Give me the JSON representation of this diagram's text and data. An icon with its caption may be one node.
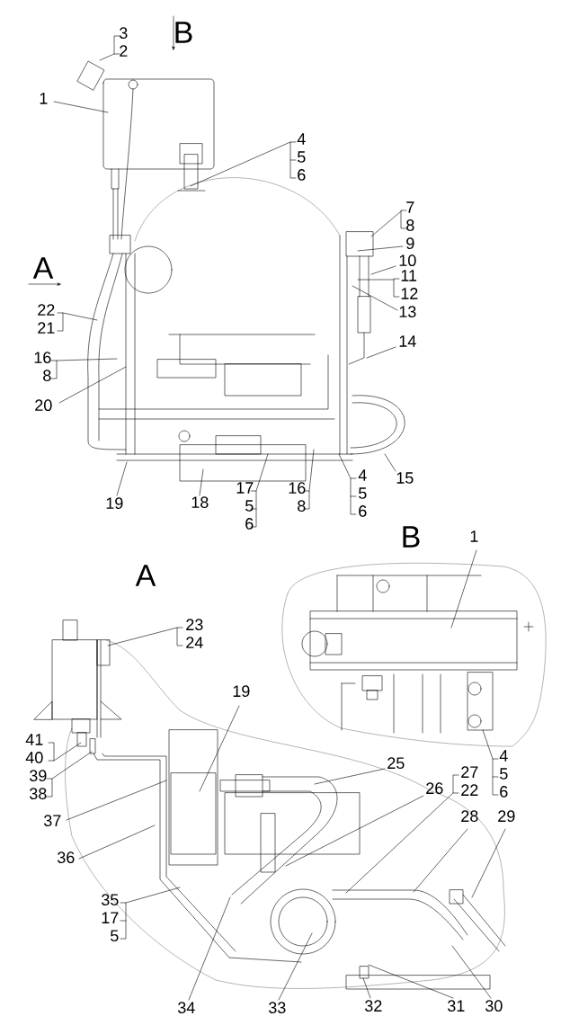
{
  "diagram": {
    "nodes": [
      {
        "text": [
          "3",
          "2"
        ]
      },
      {
        "text": [
          "1"
        ]
      },
      {
        "text": [
          "4",
          "5",
          "6"
        ]
      },
      {
        "text": [
          "7",
          "8"
        ]
      },
      {
        "text": [
          "9"
        ]
      },
      {
        "text": [
          "10"
        ]
      },
      {
        "text": [
          "11",
          "12"
        ]
      },
      {
        "text": [
          "13"
        ]
      },
      {
        "text": [
          "14"
        ]
      },
      {
        "text": [
          "15"
        ]
      },
      {
        "text": [
          "22",
          "21"
        ]
      },
      {
        "text": [
          "16",
          "8"
        ]
      },
      {
        "text": [
          "20"
        ]
      },
      {
        "text": [
          "19"
        ]
      },
      {
        "text": [
          "18"
        ]
      },
      {
        "text": [
          "17",
          "5",
          "6"
        ]
      },
      {
        "text": [
          "16",
          "8"
        ]
      },
      {
        "text": [
          "4",
          "5",
          "6"
        ]
      },
      {
        "text": [
          "1"
        ]
      },
      {
        "text": [
          "23",
          "24"
        ]
      },
      {
        "text": [
          "4",
          "5",
          "6"
        ]
      },
      {
        "text": [
          "41",
          "40"
        ]
      },
      {
        "text": [
          "39",
          "38"
        ]
      },
      {
        "text": [
          "19"
        ]
      },
      {
        "text": [
          "25"
        ]
      },
      {
        "text": [
          "27",
          "22"
        ]
      },
      {
        "text": [
          "26"
        ]
      },
      {
        "text": [
          "37"
        ]
      },
      {
        "text": [
          "36"
        ]
      },
      {
        "text": [
          "35",
          "17",
          "5"
        ]
      },
      {
        "text": [
          "28"
        ]
      },
      {
        "text": [
          "29"
        ]
      },
      {
        "text": [
          "34"
        ]
      },
      {
        "text": [
          "33"
        ]
      },
      {
        "text": [
          "32"
        ]
      },
      {
        "text": [
          "31"
        ]
      },
      {
        "text": [
          "30"
        ]
      }
    ],
    "edges": [
      {
        "from": 0,
        "to": null,
        "arrow": "none"
      },
      {
        "from": 1,
        "to": null,
        "arrow": "none"
      },
      {
        "from": 2,
        "to": null,
        "arrow": "none"
      },
      {
        "from": 3,
        "to": null,
        "arrow": "none"
      },
      {
        "from": 4,
        "to": null,
        "arrow": "none"
      },
      {
        "from": 5,
        "to": null,
        "arrow": "none"
      },
      {
        "from": 6,
        "to": null,
        "arrow": "none"
      },
      {
        "from": 7,
        "to": null,
        "arrow": "none"
      },
      {
        "from": 8,
        "to": null,
        "arrow": "none"
      },
      {
        "from": 9,
        "to": null,
        "arrow": "none"
      },
      {
        "from": 10,
        "to": null,
        "arrow": "none"
      },
      {
        "from": 11,
        "to": null,
        "arrow": "none"
      },
      {
        "from": 12,
        "to": null,
        "arrow": "none"
      },
      {
        "from": 13,
        "to": null,
        "arrow": "none"
      },
      {
        "from": 14,
        "to": null,
        "arrow": "none"
      },
      {
        "from": 15,
        "to": null,
        "arrow": "none"
      },
      {
        "from": 16,
        "to": null,
        "arrow": "none"
      },
      {
        "from": 17,
        "to": null,
        "arrow": "none"
      },
      {
        "from": 18,
        "to": null,
        "arrow": "none"
      },
      {
        "from": 19,
        "to": null,
        "arrow": "none"
      },
      {
        "from": 20,
        "to": null,
        "arrow": "none"
      },
      {
        "from": 21,
        "to": null,
        "arrow": "none"
      },
      {
        "from": 22,
        "to": null,
        "arrow": "none"
      },
      {
        "from": 23,
        "to": null,
        "arrow": "none"
      },
      {
        "from": 24,
        "to": null,
        "arrow": "none"
      },
      {
        "from": 25,
        "to": null,
        "arrow": "none"
      },
      {
        "from": 26,
        "to": null,
        "arrow": "none"
      },
      {
        "from": 27,
        "to": null,
        "arrow": "none"
      },
      {
        "from": 28,
        "to": null,
        "arrow": "none"
      },
      {
        "from": 29,
        "to": null,
        "arrow": "none"
      },
      {
        "from": 30,
        "to": null,
        "arrow": "none"
      },
      {
        "from": 31,
        "to": null,
        "arrow": "none"
      },
      {
        "from": 32,
        "to": null,
        "arrow": "none"
      },
      {
        "from": 33,
        "to": null,
        "arrow": "none"
      },
      {
        "from": 34,
        "to": null,
        "arrow": "none"
      },
      {
        "from": 35,
        "to": null,
        "arrow": "none"
      },
      {
        "from": 36,
        "to": null,
        "arrow": "none"
      }
    ],
    "labels": [
      "B",
      "A",
      "B",
      "A"
    ]
  }
}
